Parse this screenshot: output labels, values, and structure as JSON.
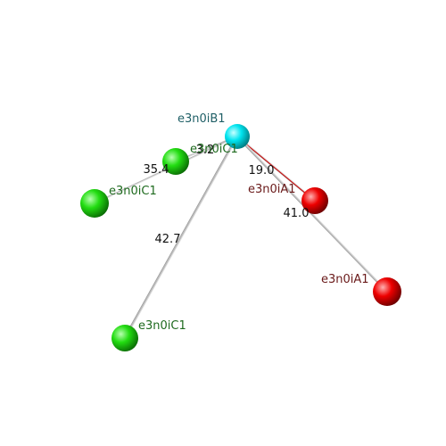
{
  "atoms": [
    {
      "id": "B1",
      "label": "e3n0iB1",
      "color": "#00e5f0",
      "label_color": "#1f5f66"
    },
    {
      "id": "C1a",
      "label": "e3n0iC1",
      "color": "#22dd11",
      "label_color": "#1e6a1e"
    },
    {
      "id": "C1b",
      "label": "e3n0iC1",
      "color": "#22dd11",
      "label_color": "#1e6a1e"
    },
    {
      "id": "C1c",
      "label": "e3n0iC1",
      "color": "#22dd11",
      "label_color": "#1e6a1e"
    },
    {
      "id": "A1a",
      "label": "e3n0iA1",
      "color": "#ee0000",
      "label_color": "#6a1a1a"
    },
    {
      "id": "A1b",
      "label": "e3n0iA1",
      "color": "#ee0000",
      "label_color": "#6a1a1a"
    }
  ],
  "bonds": [
    {
      "from": "B1",
      "to": "C1a",
      "label": "3.2",
      "color": "#bbbbbb"
    },
    {
      "from": "B1",
      "to": "C1b",
      "label": "35.4",
      "color": "#bbbbbb"
    },
    {
      "from": "B1",
      "to": "C1c",
      "label": "42.7",
      "color": "#bbbbbb"
    },
    {
      "from": "B1",
      "to": "A1a",
      "label": "19.0",
      "color": "#cc1111"
    },
    {
      "from": "B1",
      "to": "A1b",
      "label": "41.0",
      "color": "#bbbbbb"
    }
  ]
}
